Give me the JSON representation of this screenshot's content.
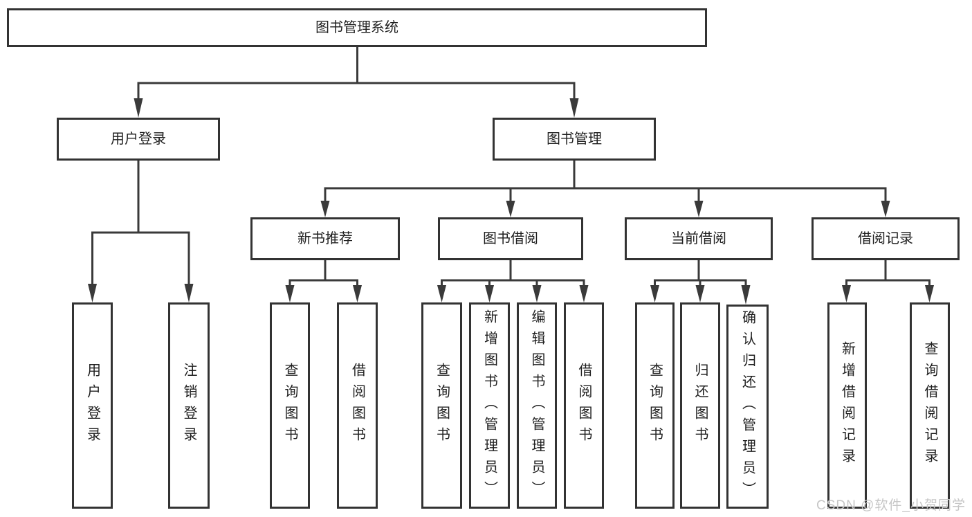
{
  "colors": {
    "line": "#3a3a3a",
    "box_border": "#333333",
    "text": "#1f1f1f",
    "watermark_text": "#c6c6c6"
  },
  "watermark": "CSDN @软件_小贺同学",
  "tree": {
    "root": "图书管理系统",
    "branches": [
      {
        "label": "用户登录",
        "children": [
          "用户登录",
          "注销登录"
        ]
      },
      {
        "label": "图书管理",
        "groups": [
          {
            "label": "新书推荐",
            "children": [
              "查询图书",
              "借阅图书"
            ]
          },
          {
            "label": "图书借阅",
            "children": [
              "查询图书",
              "新增图书（管理员）",
              "编辑图书（管理员）",
              "借阅图书"
            ]
          },
          {
            "label": "当前借阅",
            "children": [
              "查询图书",
              "归还图书",
              "确认归还（管理员）"
            ]
          },
          {
            "label": "借阅记录",
            "children": [
              "新增借阅记录",
              "查询借阅记录"
            ]
          }
        ]
      }
    ]
  }
}
